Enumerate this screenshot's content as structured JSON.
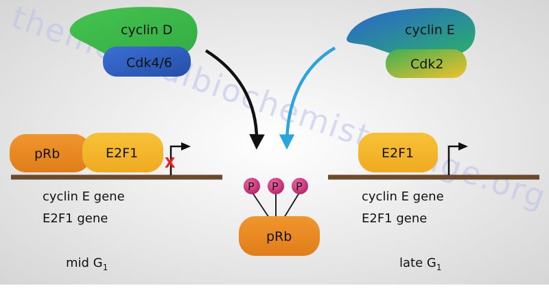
{
  "watermark": "themedicalbiochemistrypage.org",
  "complexes": {
    "cyclin_d": "cyclin D",
    "cdk46": "Cdk4/6",
    "cyclin_e": "cyclin E",
    "cdk2": "Cdk2"
  },
  "left_panel": {
    "prb": "pRb",
    "e2f1": "E2F1",
    "blocked_mark": "X",
    "gene1": "cyclin E gene",
    "gene2": "E2F1 gene",
    "phase_prefix": "mid G",
    "phase_sub": "1"
  },
  "center": {
    "prb": "pRb",
    "phosphate": "P"
  },
  "right_panel": {
    "e2f1": "E2F1",
    "gene1": "cyclin E gene",
    "gene2": "E2F1 gene",
    "phase_prefix": "late G",
    "phase_sub": "1"
  },
  "colors": {
    "background_center": "#ffffff",
    "background_edge": "#d9d9d9",
    "cyclin_d": "#3fbf4a",
    "cdk46": "#2f5fbf",
    "cyclin_e_blue": "#2f6fc9",
    "cyclin_e_green": "#2aa86a",
    "cdk2_yellow": "#e8c22a",
    "cdk2_green": "#3fae55",
    "prb_orange": "#e98a22",
    "e2f1_yellow": "#f2b72a",
    "phosphate": "#cc2f7a",
    "dna_brown": "#6b4a2e",
    "arrow_black": "#111111",
    "arrow_blue": "#2ba3dc",
    "blocked_red": "#e52222"
  }
}
